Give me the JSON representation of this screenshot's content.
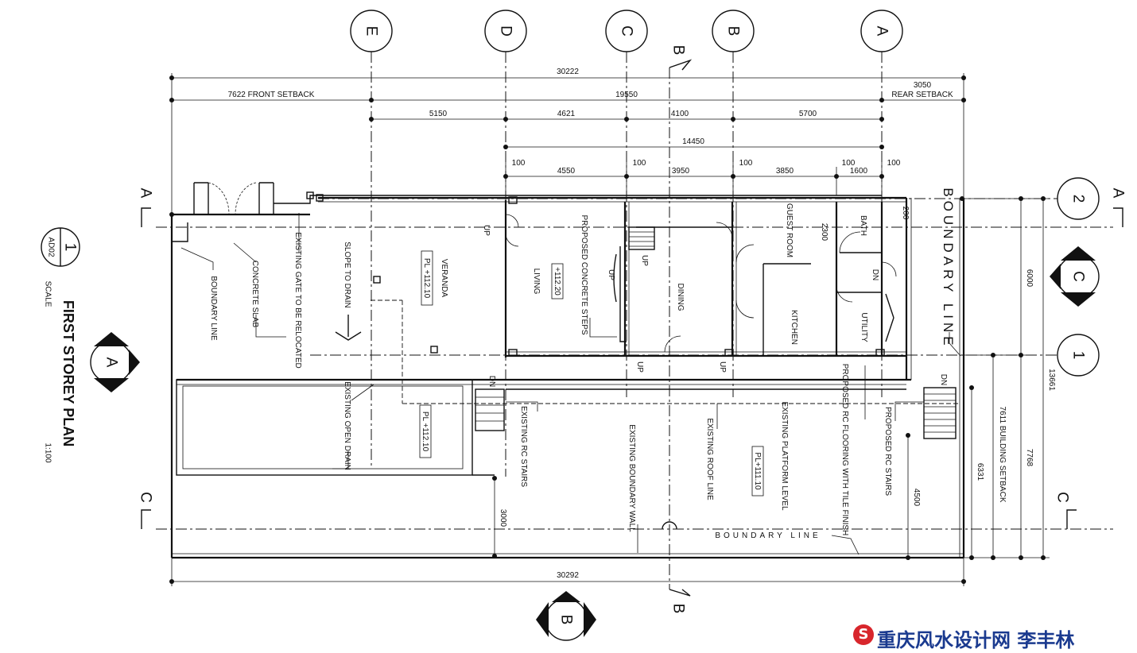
{
  "grid": {
    "columns": [
      "E",
      "D",
      "C",
      "B",
      "A"
    ],
    "rows": [
      "2",
      "1"
    ]
  },
  "sections": {
    "a": "A",
    "b": "B",
    "c": "C"
  },
  "dims": {
    "overall_top": "30222",
    "front_setback": "7622 FRONT SETBACK",
    "mid_span": "19550",
    "rear_value": "3050",
    "rear_setback": "REAR SETBACK",
    "d5150": "5150",
    "d4621": "4621",
    "d4100": "4100",
    "d5700": "5700",
    "d14450": "14450",
    "d100": "100",
    "d4550": "4550",
    "d3950": "3950",
    "d3850": "3850",
    "d1600": "1600",
    "d200": "200",
    "d2300": "2300",
    "d6000": "6000",
    "d13661": "13661",
    "d7768": "7768",
    "d6331": "6331",
    "d4500": "4500",
    "building_setback": "7611 BUILDING SETBACK",
    "d3000": "3000",
    "overall_bottom": "30292"
  },
  "rooms": {
    "veranda": "VERANDA",
    "veranda_level": "PL +112.10",
    "living": "LIVING",
    "living_level": "+112.20",
    "dining": "DINING",
    "guest_room": "GUEST ROOM",
    "bath": "BATH",
    "kitchen": "KITCHEN",
    "utility": "UTILITY",
    "open_level": "PL +112.10",
    "platform_level": "PL+111.10"
  },
  "notes": {
    "boundary_line": "BOUNDARY LINE",
    "concrete_slab": "CONCRETE SLAB",
    "existing_gate": "EXISTING GATE TO BE RELOCATED",
    "slope": "SLOPE TO DRAIN",
    "proposed_steps": "PROPOSED CONCRETE STEPS",
    "existing_open_drain": "EXISTING OPEN DRAIN",
    "existing_rc_stairs": "EXISTING RC STAIRS",
    "existing_boundary_wall": "EXISTING BOUNDARY WALL",
    "existing_roof_line": "EXISTING ROOF LINE",
    "existing_platform": "EXISTING PLATFORM LEVEL",
    "proposed_flooring": "PROPOSED RC FLOORING WITH TILE FINISH",
    "proposed_rc_stairs": "PROPOSED RC STAIRS",
    "boundary_line_right": "BOUNDARY LINE",
    "boundary_line_bottom": "BOUNDARY LINE",
    "up": "UP",
    "dn": "DN"
  },
  "title_block": {
    "number": "1",
    "sheet": "AD02",
    "title": "FIRST STOREY PLAN",
    "scale_label": "SCALE",
    "scale": "1:100"
  },
  "watermark": {
    "logo_glyph": "S",
    "text": "重庆风水设计网 李丰林"
  }
}
